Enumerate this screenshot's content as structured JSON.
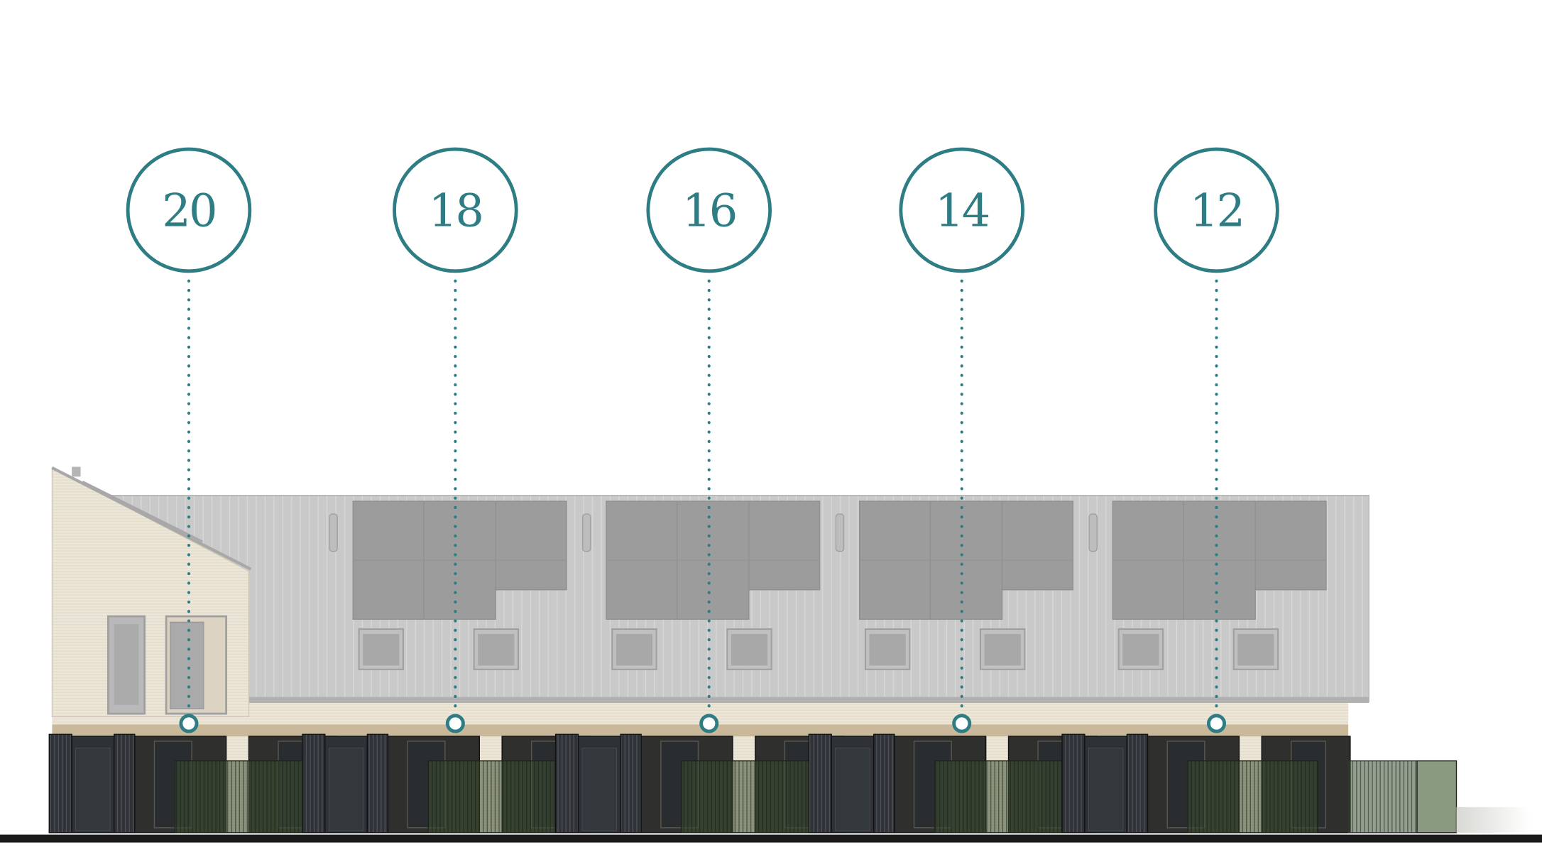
{
  "colors": {
    "accent": "#2e7d84",
    "roof": "#c9c9c9",
    "solar_panel": "#9c9c9c",
    "facade": "#ece6d8",
    "dark_frame": "#2e3236",
    "fence": "#3d4d35",
    "ground": "#1a1a1a"
  },
  "markers": [
    {
      "label": "20"
    },
    {
      "label": "18"
    },
    {
      "label": "16"
    },
    {
      "label": "14"
    },
    {
      "label": "12"
    }
  ]
}
